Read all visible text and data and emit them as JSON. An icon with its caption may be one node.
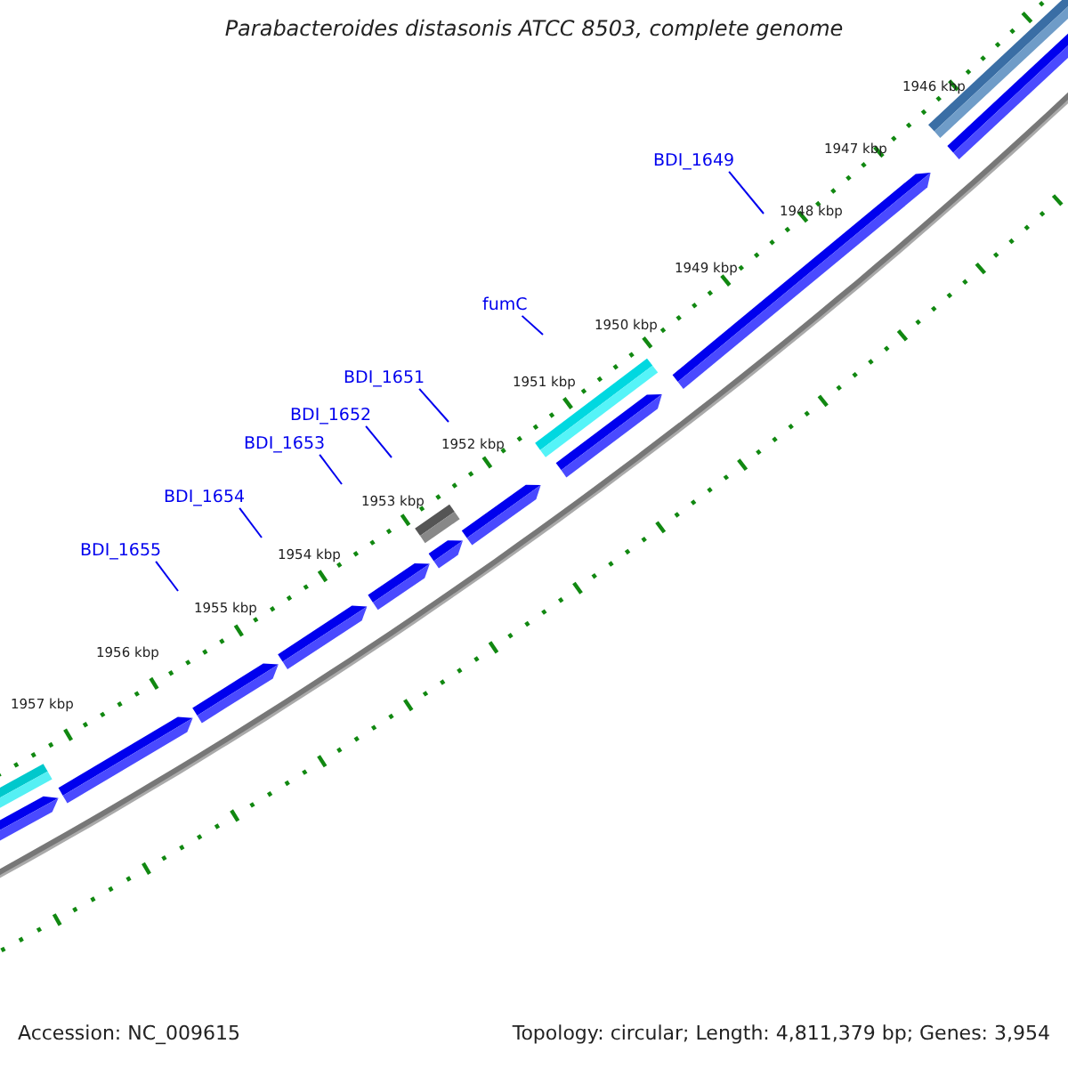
{
  "diagram": {
    "title": "Parabacteroides distasonis ATCC 8503, complete genome",
    "nodes": [
      {
        "text": [
          "BDI_1649"
        ]
      },
      {
        "text": [
          "fumC"
        ]
      },
      {
        "text": [
          "BDI_1651"
        ]
      },
      {
        "text": [
          "BDI_1652"
        ]
      },
      {
        "text": [
          "BDI_1653"
        ]
      },
      {
        "text": [
          "BDI_1654"
        ]
      },
      {
        "text": [
          "BDI_1655"
        ]
      }
    ],
    "edges": [
      {
        "from": 0,
        "to": null,
        "arrow": "none"
      },
      {
        "from": 1,
        "to": null,
        "arrow": "none"
      },
      {
        "from": 2,
        "to": null,
        "arrow": "none"
      },
      {
        "from": 3,
        "to": null,
        "arrow": "none"
      },
      {
        "from": 4,
        "to": null,
        "arrow": "none"
      },
      {
        "from": 5,
        "to": null,
        "arrow": "none"
      },
      {
        "from": 6,
        "to": null,
        "arrow": "none"
      }
    ],
    "labels": [
      "1946 kbp",
      "1947 kbp",
      "1948 kbp",
      "1949 kbp",
      "1950 kbp",
      "1951 kbp",
      "1952 kbp",
      "1953 kbp",
      "1954 kbp",
      "1955 kbp",
      "1956 kbp",
      "1957 kbp",
      "Accession: NC_009615",
      "Topology: circular; Length: 4,811,379 bp; Genes: 3,954"
    ]
  }
}
